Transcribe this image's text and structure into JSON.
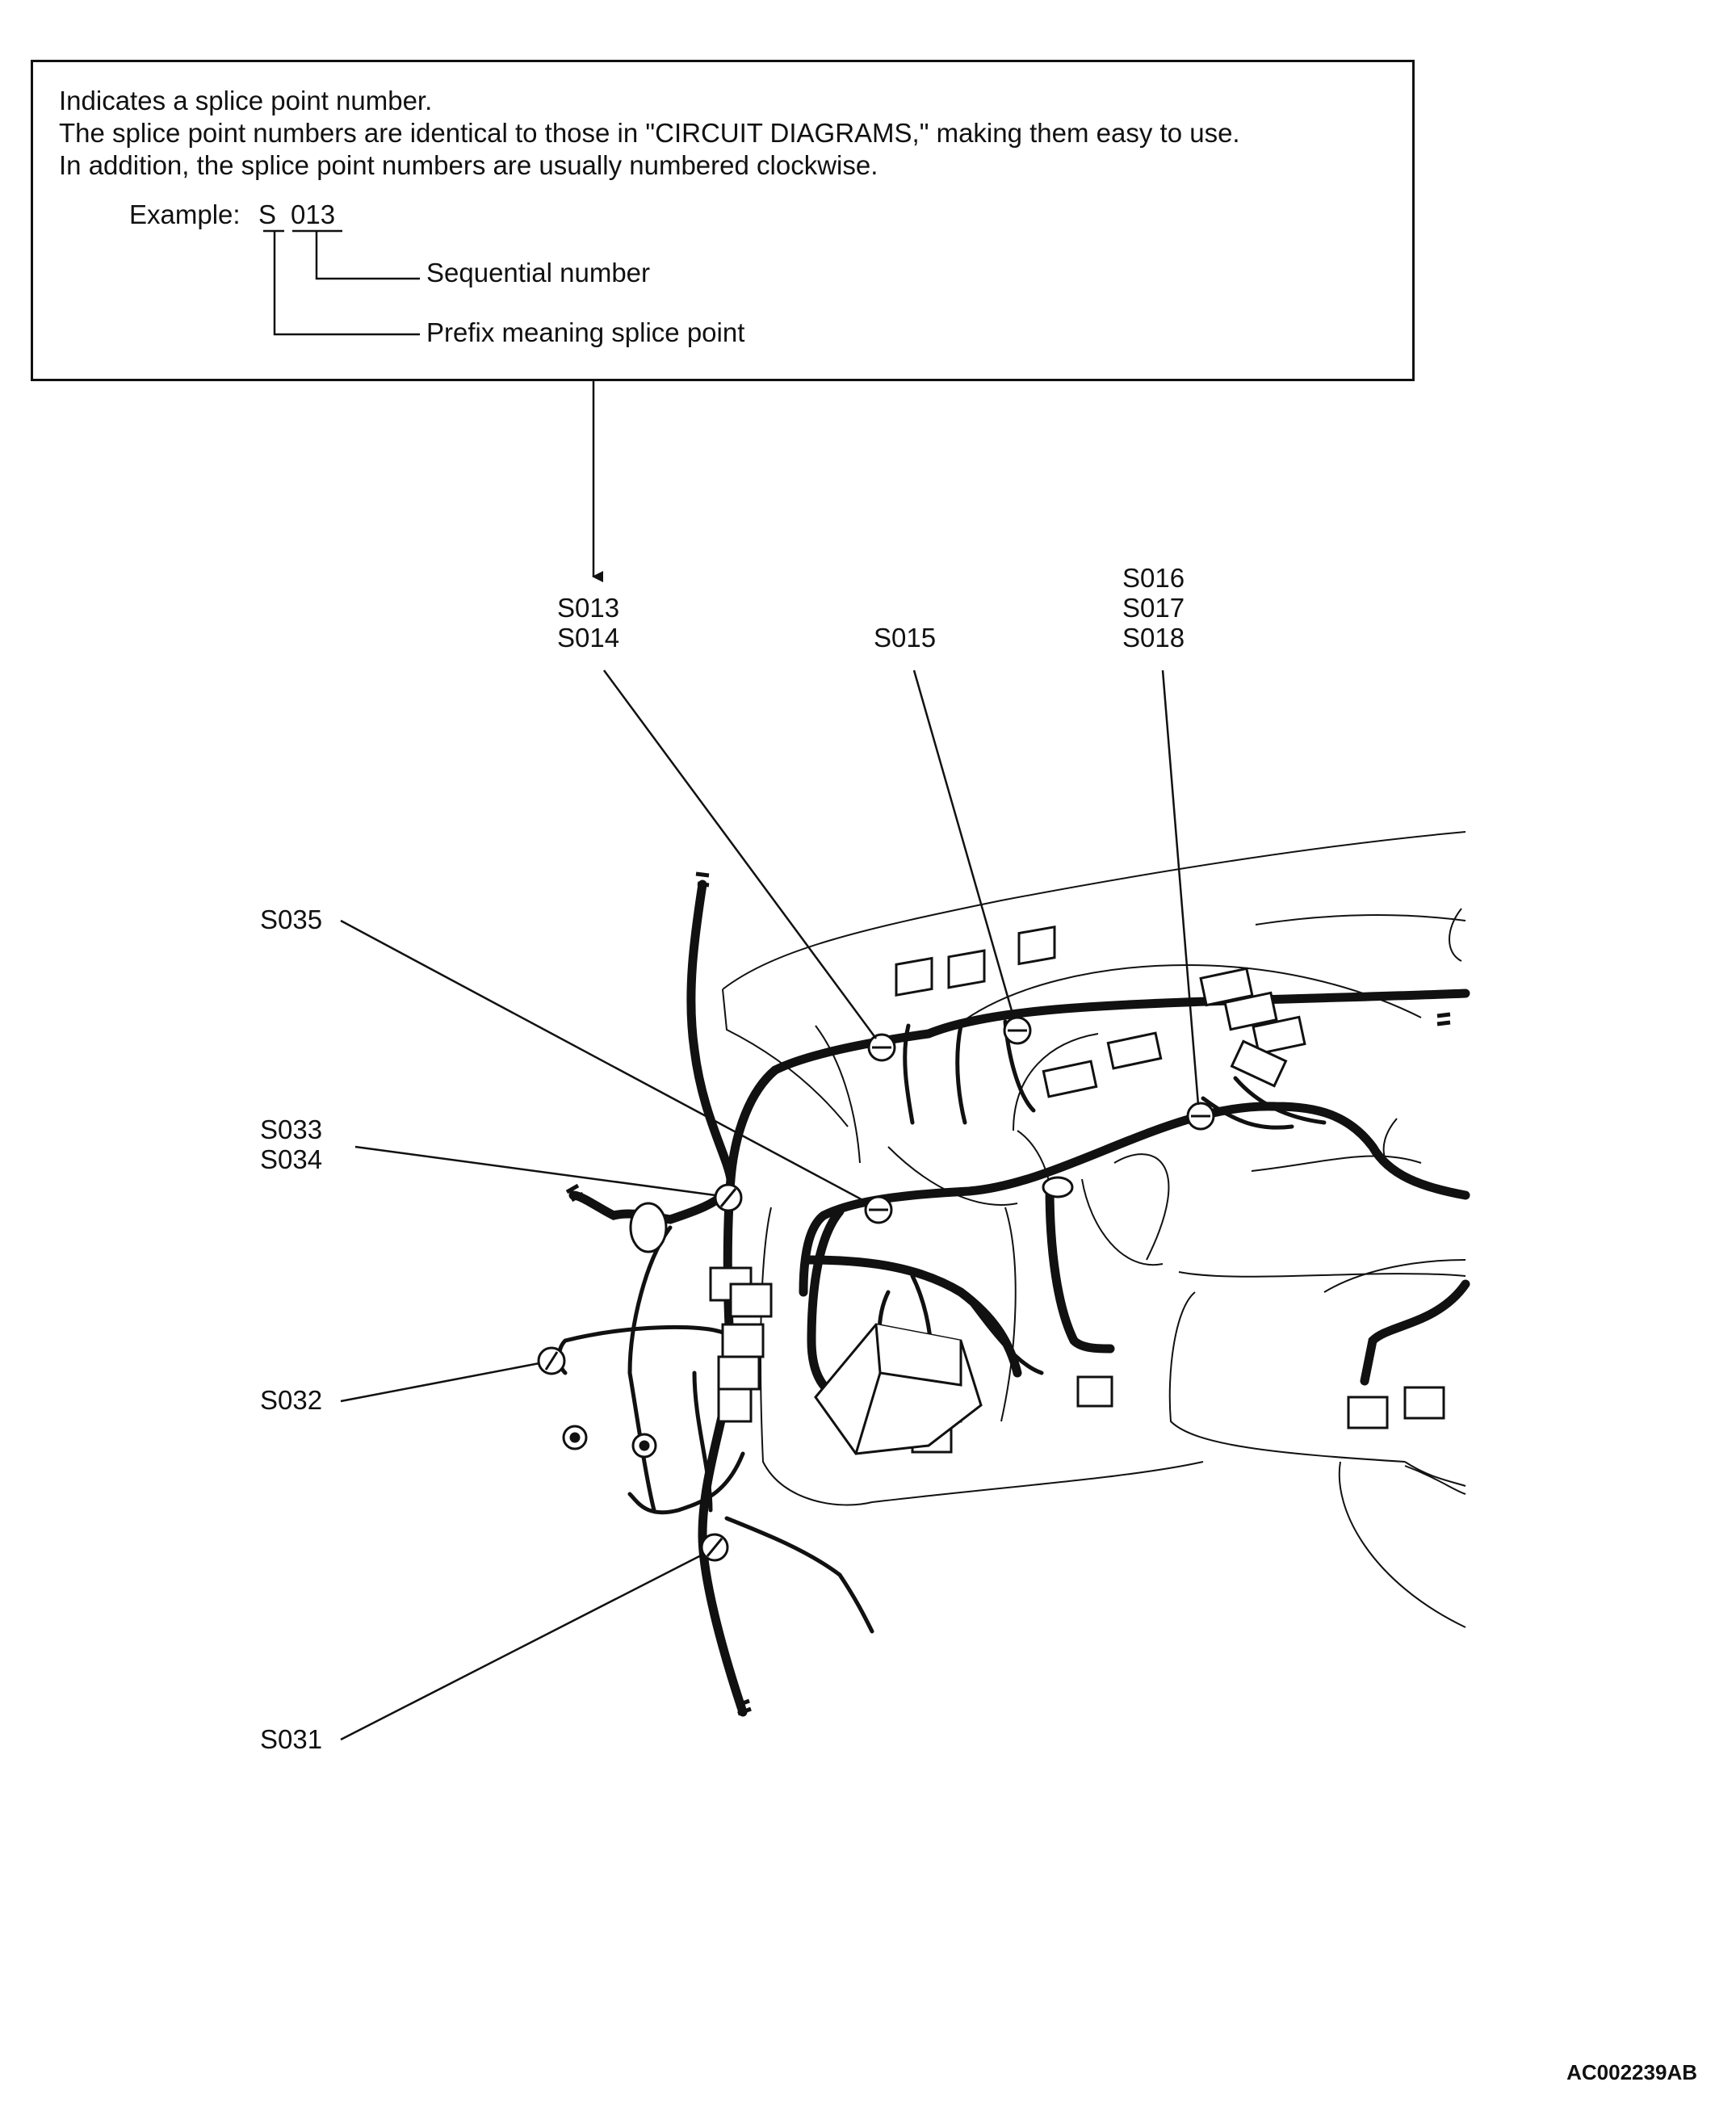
{
  "note": {
    "lines": [
      "Indicates a splice point number.",
      "The splice point numbers are identical to those in \"CIRCUIT DIAGRAMS,\" making them easy to use.",
      "In addition, the splice point numbers are usually numbered clockwise."
    ],
    "example_label": "Example:",
    "example_prefix": "S",
    "example_number": "013",
    "callout_sequential": "Sequential number",
    "callout_prefix": "Prefix meaning splice point"
  },
  "splice_labels": {
    "s013_s014": [
      "S013",
      "S014"
    ],
    "s015": [
      "S015"
    ],
    "s016_s018": [
      "S016",
      "S017",
      "S018"
    ],
    "s035": [
      "S035"
    ],
    "s033_s034": [
      "S033",
      "S034"
    ],
    "s032": [
      "S032"
    ],
    "s031": [
      "S031"
    ]
  },
  "figure_id": "AC002239AB"
}
